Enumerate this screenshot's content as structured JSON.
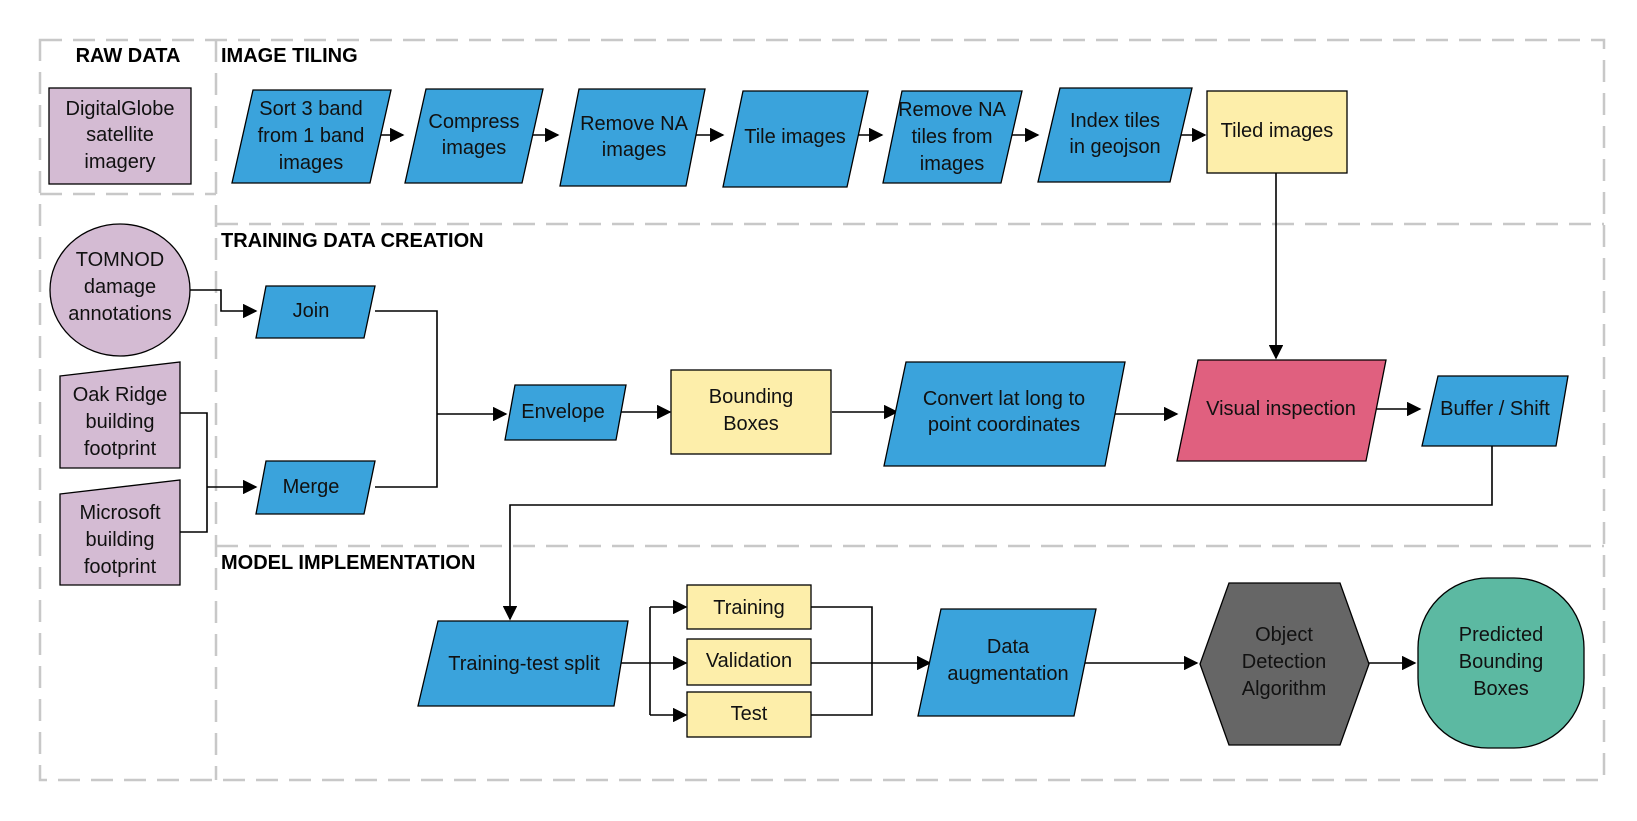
{
  "sections": {
    "raw_data": "RAW DATA",
    "image_tiling": "IMAGE TILING",
    "training_data_creation": "TRAINING DATA CREATION",
    "model_implementation": "MODEL IMPLEMENTATION"
  },
  "raw_sources": {
    "digitalglobe": [
      "DigitalGlobe",
      "satellite",
      "imagery"
    ],
    "tomnod": [
      "TOMNOD",
      "damage",
      "annotations"
    ],
    "oak_ridge": [
      "Oak Ridge",
      "building",
      "footprint"
    ],
    "microsoft": [
      "Microsoft",
      "building",
      "footprint"
    ]
  },
  "tiling_steps": {
    "sort": [
      "Sort 3 band",
      "from 1 band",
      "images"
    ],
    "compress": [
      "Compress",
      "images"
    ],
    "remove_na_images": [
      "Remove NA",
      "images"
    ],
    "tile": [
      "Tile images"
    ],
    "remove_na_tiles": [
      "Remove NA",
      "tiles from",
      "images"
    ],
    "index": [
      "Index tiles",
      "in geojson"
    ],
    "tiled_images": [
      "Tiled images"
    ]
  },
  "training_steps": {
    "join": [
      "Join"
    ],
    "merge": [
      "Merge"
    ],
    "envelope": [
      "Envelope"
    ],
    "bounding_boxes": [
      "Bounding",
      "Boxes"
    ],
    "convert": [
      "Convert lat long to",
      "point coordinates"
    ],
    "visual_inspection": [
      "Visual inspection"
    ],
    "buffer_shift": [
      "Buffer / Shift"
    ]
  },
  "model_steps": {
    "split": [
      "Training-test split"
    ],
    "training": [
      "Training"
    ],
    "validation": [
      "Validation"
    ],
    "test": [
      "Test"
    ],
    "augmentation": [
      "Data",
      "augmentation"
    ],
    "algorithm": [
      "Object",
      "Detection",
      "Algorithm"
    ],
    "predicted": [
      "Predicted",
      "Bounding",
      "Boxes"
    ]
  },
  "colors": {
    "process": "#3aa3dc",
    "data_store": "#fdeeaa",
    "raw_source": "#d4bbd3",
    "inspection": "#e0607f",
    "algorithm": "#666666",
    "output": "#5cb9a2"
  }
}
